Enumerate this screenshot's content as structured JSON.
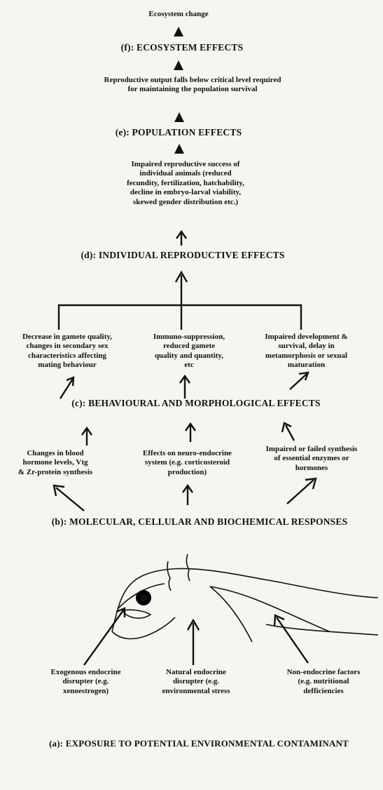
{
  "levels": {
    "f": {
      "label": "(f)",
      "title": ": ECOSYSTEM EFFECTS"
    },
    "e": {
      "label": "(e)",
      "title": ": POPULATION EFFECTS"
    },
    "d": {
      "label": "(d)",
      "title": ": INDIVIDUAL REPRODUCTIVE EFFECTS"
    },
    "c": {
      "label": "(c)",
      "title": ": BEHAVIOURAL AND MORPHOLOGICAL EFFECTS"
    },
    "b": {
      "label": "(b)",
      "title": ": MOLECULAR, CELLULAR AND BIOCHEMICAL RESPONSES"
    },
    "a": {
      "label": "(a)",
      "title": ": EXPOSURE TO POTENTIAL ENVIRONMENTAL CONTAMINANT"
    }
  },
  "texts": {
    "top": "Ecosystem change",
    "f_desc": "Reproductive output falls below critical level required\nfor maintaining the population survival",
    "e_desc": "Impaired reproductive success of\nindividual animals (reduced\nfecundity, fertilization, hatchability,\ndecline in embryo-larval viability,\nskewed gender distribution etc.)",
    "d_left": "Decrease in gamete quality,\nchanges in secondary sex\ncharacteristics affecting\nmating behaviour",
    "d_mid": "Immuno-suppression,\nreduced gamete\nquality and quantity,\netc",
    "d_right": "Impaired development &\nsurvival, delay in\nmetamorphosis or sexual\nmaturation",
    "c_left": "Changes in blood\nhormone levels, Vtg\n& Zr-protein synthesis",
    "c_mid": "Effects on neuro-endocrine\nsystem (e.g. corticosteroid\nproduction)",
    "c_right": "Impaired or failed synthesis\nof essential enzymes or\nhormones",
    "a_left": "Exogenous endocrine\ndisrupter (e.g.\nxenoestrogen)",
    "a_mid": "Natural endocrine\ndisrupter (e.g.\nenvironmental stress",
    "a_right": "Non-endocrine factors\n(e.g. nutritional\ndefficiencies"
  }
}
